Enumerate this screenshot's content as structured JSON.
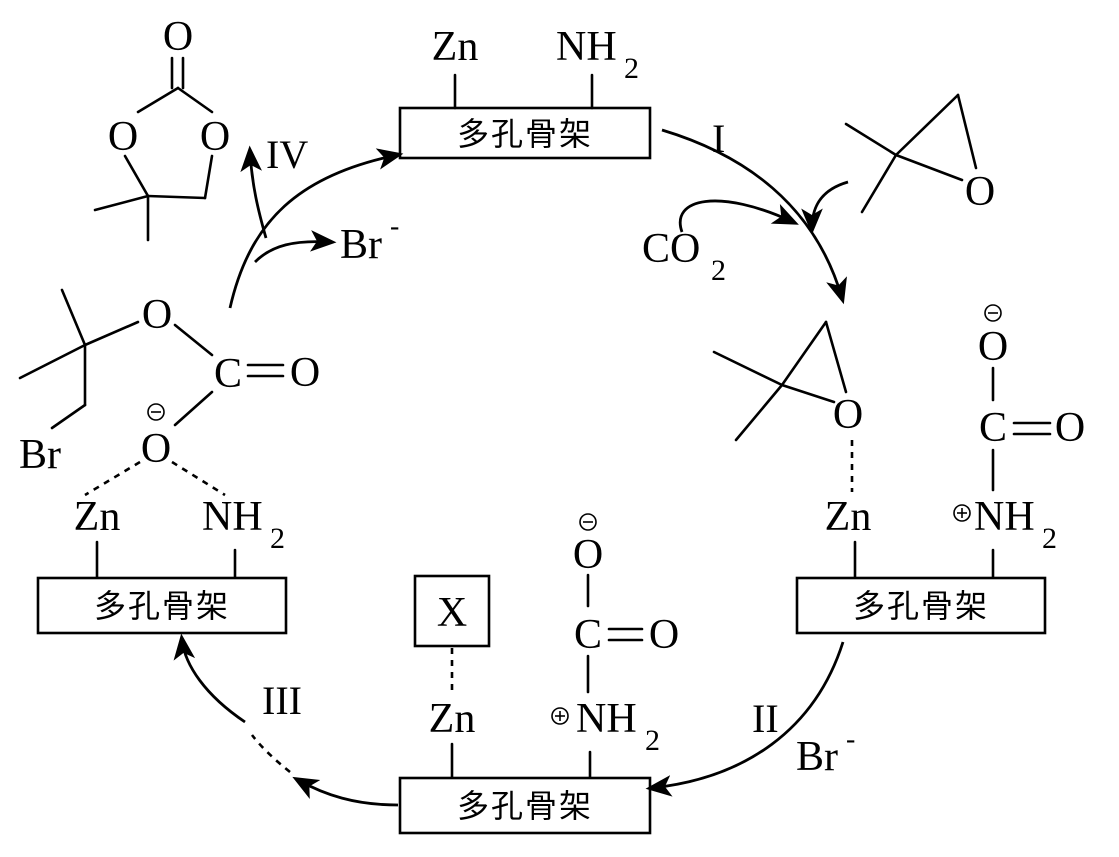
{
  "framework_label": "多孔骨架",
  "steps": {
    "I": "I",
    "II": "II",
    "III": "III",
    "IV": "IV"
  },
  "species": {
    "zn": "Zn",
    "nh": "NH",
    "sub2": "2",
    "co": "CO",
    "o": "O",
    "c": "C",
    "br": "Br",
    "minus": "-",
    "x": "X"
  },
  "charges": {
    "minus": "−",
    "plus": "+"
  }
}
